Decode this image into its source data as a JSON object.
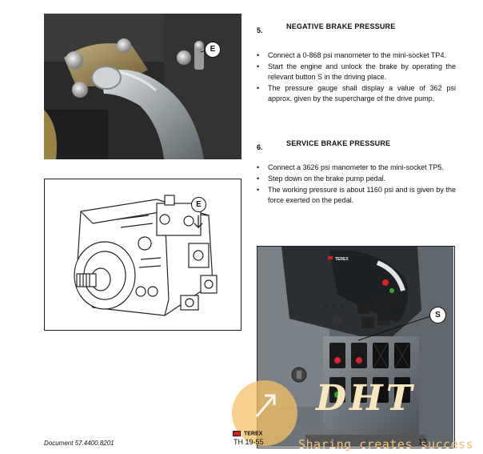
{
  "callouts": {
    "photo1": "E",
    "diagram": "E",
    "photo2": "S"
  },
  "section5": {
    "number": "5.",
    "title": "NEGATIVE BRAKE PRESSURE",
    "bullets": [
      "Connect a 0-868 psi manometer to the mini-socket TP4.",
      "Start the engine and unlock the brake by operating the relevant button S in the driving place.",
      "The pressure gauge shall display a value of 362 psi approx. given by the supercharge of the drive pump."
    ]
  },
  "section6": {
    "number": "6.",
    "title": "SERVICE BRAKE PRESSURE",
    "bullets": [
      "Connect a 3626 psi manometer to the mini-socket TP5.",
      "Step down on the brake pump pedal.",
      "The working pressure is about 1160 psi and is given by the force exerted on the pedal."
    ]
  },
  "footer": {
    "document": "Document 57.4400.8201",
    "brand": "TEREX",
    "model": "TH 19-55",
    "page": "13"
  },
  "watermark": {
    "logo": "DHT",
    "tagline": "Sharing creates success"
  },
  "dashboard_brand": "TEREX"
}
